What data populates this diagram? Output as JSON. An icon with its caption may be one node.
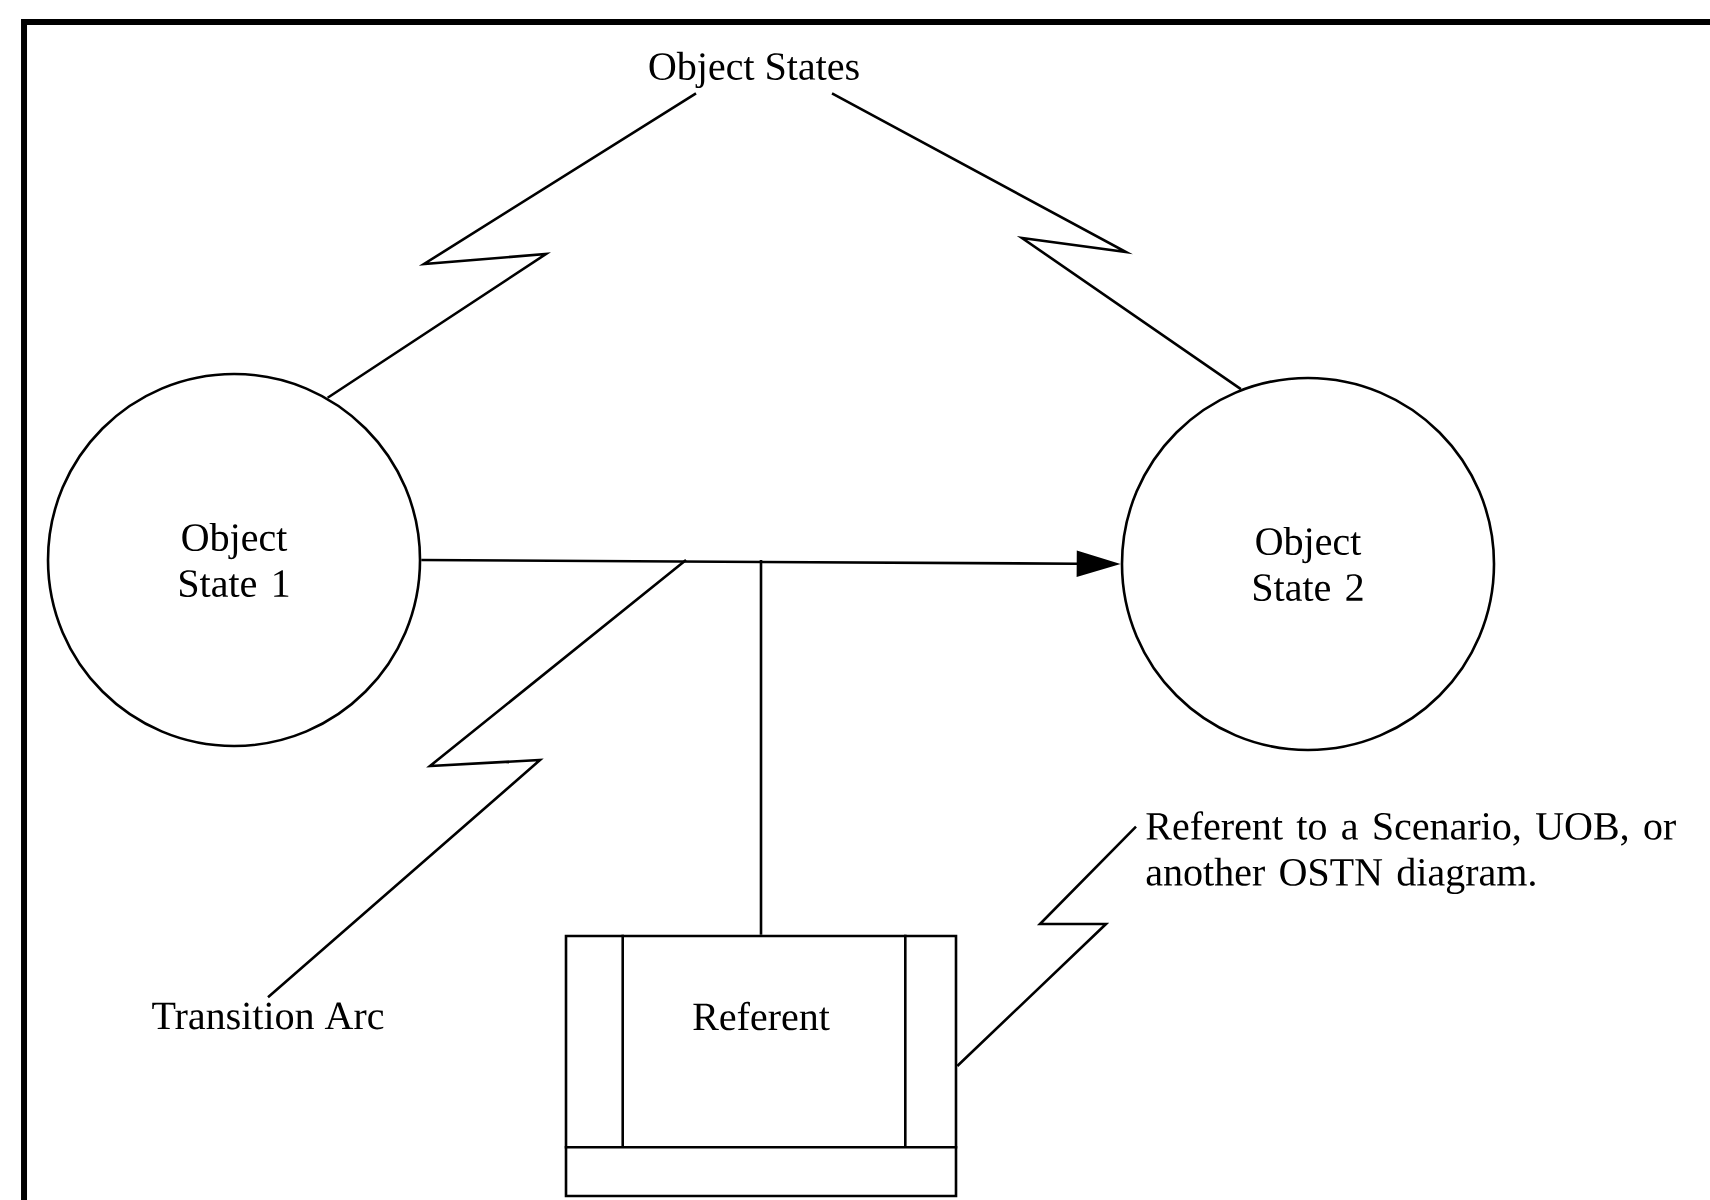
{
  "diagram": {
    "nodes": [
      {
        "text": [
          "Object States"
        ]
      },
      {
        "text": [
          "Object State 1"
        ]
      },
      {
        "text": [
          "Object State 2"
        ]
      },
      {
        "text": [
          "Transition Arc"
        ]
      },
      {
        "text": [
          "Referent"
        ]
      },
      {
        "text": [
          "Referent to a Scenario, UOB, or another OSTN diagram."
        ]
      }
    ],
    "edges": [
      {
        "from": 1,
        "to": 2,
        "arrow": "to"
      },
      {
        "from": 4,
        "to": null,
        "arrow": "none"
      },
      {
        "from": 0,
        "to": 1,
        "arrow": "none"
      },
      {
        "from": 0,
        "to": 2,
        "arrow": "none"
      },
      {
        "from": 3,
        "to": null,
        "arrow": "none"
      },
      {
        "from": 5,
        "to": 4,
        "arrow": "none"
      }
    ]
  }
}
